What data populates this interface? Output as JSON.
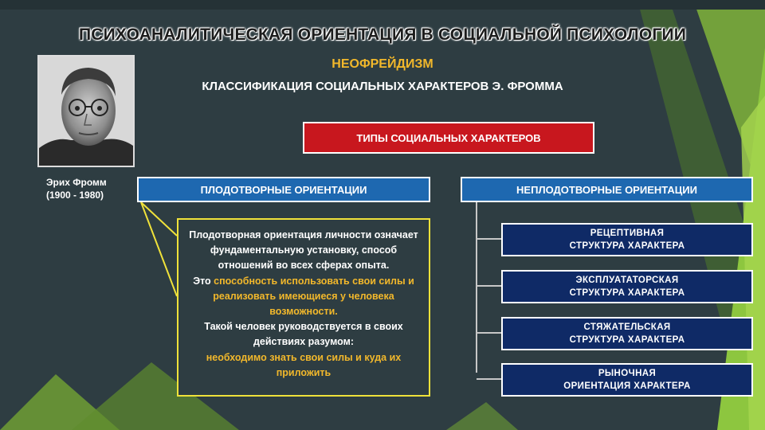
{
  "slide": {
    "title": "ПСИХОАНАЛИТИЧЕСКАЯ ОРИЕНТАЦИЯ В СОЦИАЛЬНОЙ ПСИХОЛОГИИ",
    "subtitle": "НЕОФРЕЙДИЗМ",
    "classification": "КЛАССИФИКАЦИЯ СОЦИАЛЬНЫХ ХАРАКТЕРОВ Э. ФРОММА"
  },
  "person": {
    "name": "Эрих Фромм",
    "years": "(1900 - 1980)"
  },
  "diagram": {
    "types_label": "ТИПЫ СОЦИАЛЬНЫХ ХАРАКТЕРОВ",
    "productive_label": "ПЛОДОТВОРНЫЕ ОРИЕНТАЦИИ",
    "nonproductive_label": "НЕПЛОДОТВОРНЫЕ ОРИЕНТАЦИИ",
    "description": {
      "p1": "Плодотворная ориентация личности означает фундаментальную установку, способ отношений во всех сферах опыта.",
      "p2_prefix": "Это",
      "p2_highlight": "способность использовать свои силы и реализовать имеющиеся у человека возможности.",
      "p3": "Такой человек руководствуется в своих действиях разумом:",
      "p4_highlight": "необходимо знать свои силы и куда их приложить"
    },
    "nonproductive_types": [
      {
        "line1": "РЕЦЕПТИВНАЯ",
        "line2": "СТРУКТУРА ХАРАКТЕРА"
      },
      {
        "line1": "ЭКСПЛУАТАТОРСКАЯ",
        "line2": "СТРУКТУРА ХАРАКТЕРА"
      },
      {
        "line1": "СТЯЖАТЕЛЬСКАЯ",
        "line2": "СТРУКТУРА ХАРАКТЕРА"
      },
      {
        "line1": "РЫНОЧНАЯ",
        "line2": "ОРИЕНТАЦИЯ ХАРАКТЕРА"
      }
    ]
  },
  "colors": {
    "background": "#2e3d42",
    "accent_green": "#8dc63f",
    "accent_red": "#c8171e",
    "accent_blue": "#1e68b0",
    "dark_blue": "#0f2a66",
    "highlight_yellow": "#f2b82b",
    "callout_yellow": "#f0e23a"
  }
}
